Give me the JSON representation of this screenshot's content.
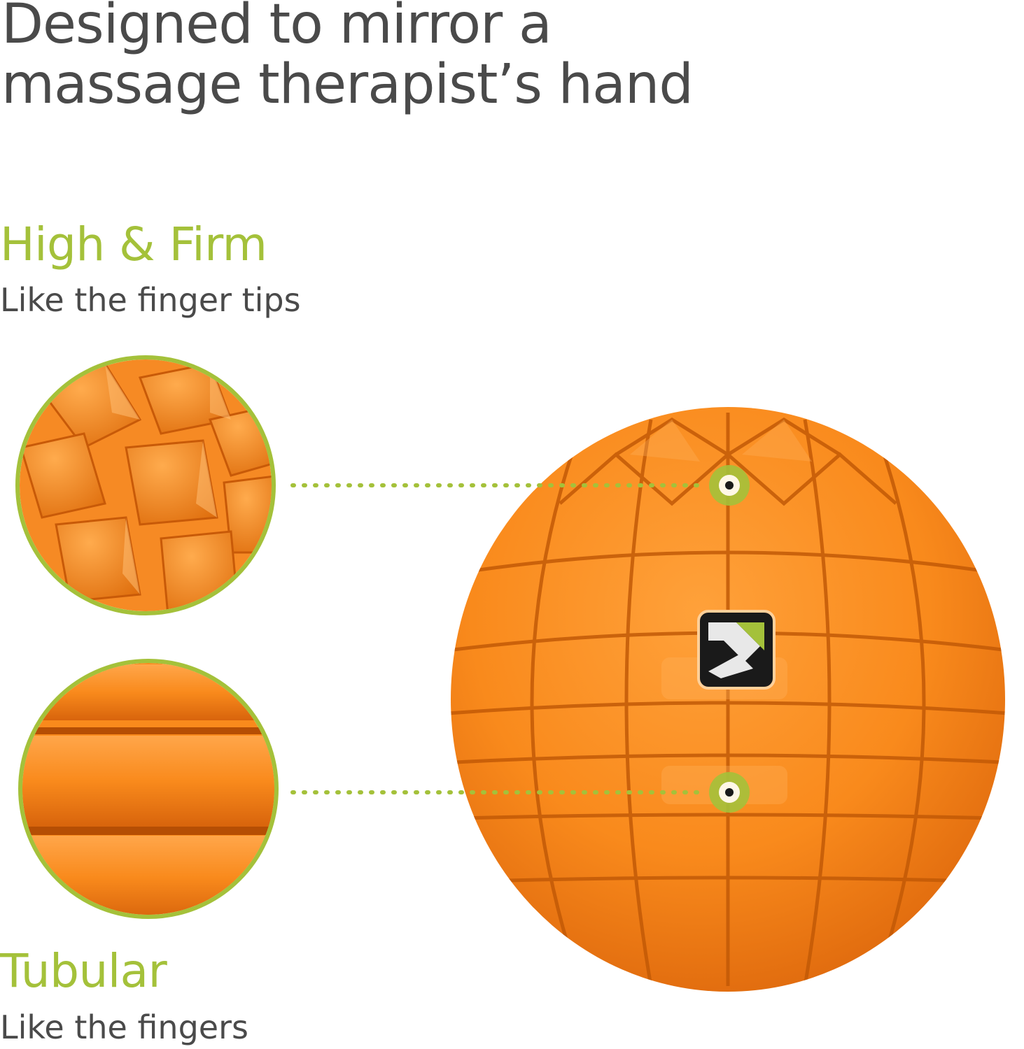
{
  "headline": {
    "line1": "Designed to mirror a",
    "line2": "massage therapist’s hand"
  },
  "features": [
    {
      "title": "High & Firm",
      "subtitle": "Like the finger tips"
    },
    {
      "title": "Tubular",
      "subtitle": "Like the fingers"
    }
  ],
  "colors": {
    "accent_green": "#a4c13a",
    "headline_gray": "#4a4a4a",
    "foam_orange": "#f98a1c",
    "foam_shadow": "#d9620a",
    "logo_bg": "#1a1a1a"
  },
  "icons": {
    "brand_logo": "arrow-logo-icon",
    "callout_marker": "target-dot-icon"
  }
}
